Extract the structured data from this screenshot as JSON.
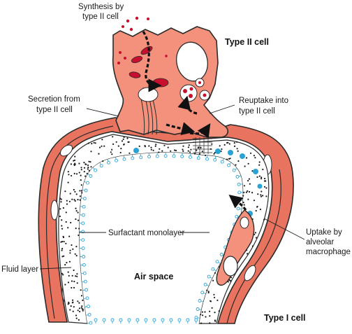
{
  "labels": {
    "synthesis": [
      "Synthesis by",
      "type II cell"
    ],
    "type2_cell": "Type II cell",
    "secretion": [
      "Secretion from",
      "type II cell"
    ],
    "reuptake": [
      "Reuptake into",
      "type II cell"
    ],
    "surfactant_monolayer": "Surfactant monolayer",
    "uptake": [
      "Uptake by",
      "alveolar",
      "macrophage"
    ],
    "fluid_layer": "Fluid layer",
    "air_space": "Air space",
    "type1_cell": "Type I cell"
  },
  "colors": {
    "wall": "#e8735f",
    "type2_cytoplasm": "#f3917c",
    "organelle_red": "#c8102e",
    "blue_vesicle": "#29a3d6",
    "outline": "#2a2a2a"
  }
}
